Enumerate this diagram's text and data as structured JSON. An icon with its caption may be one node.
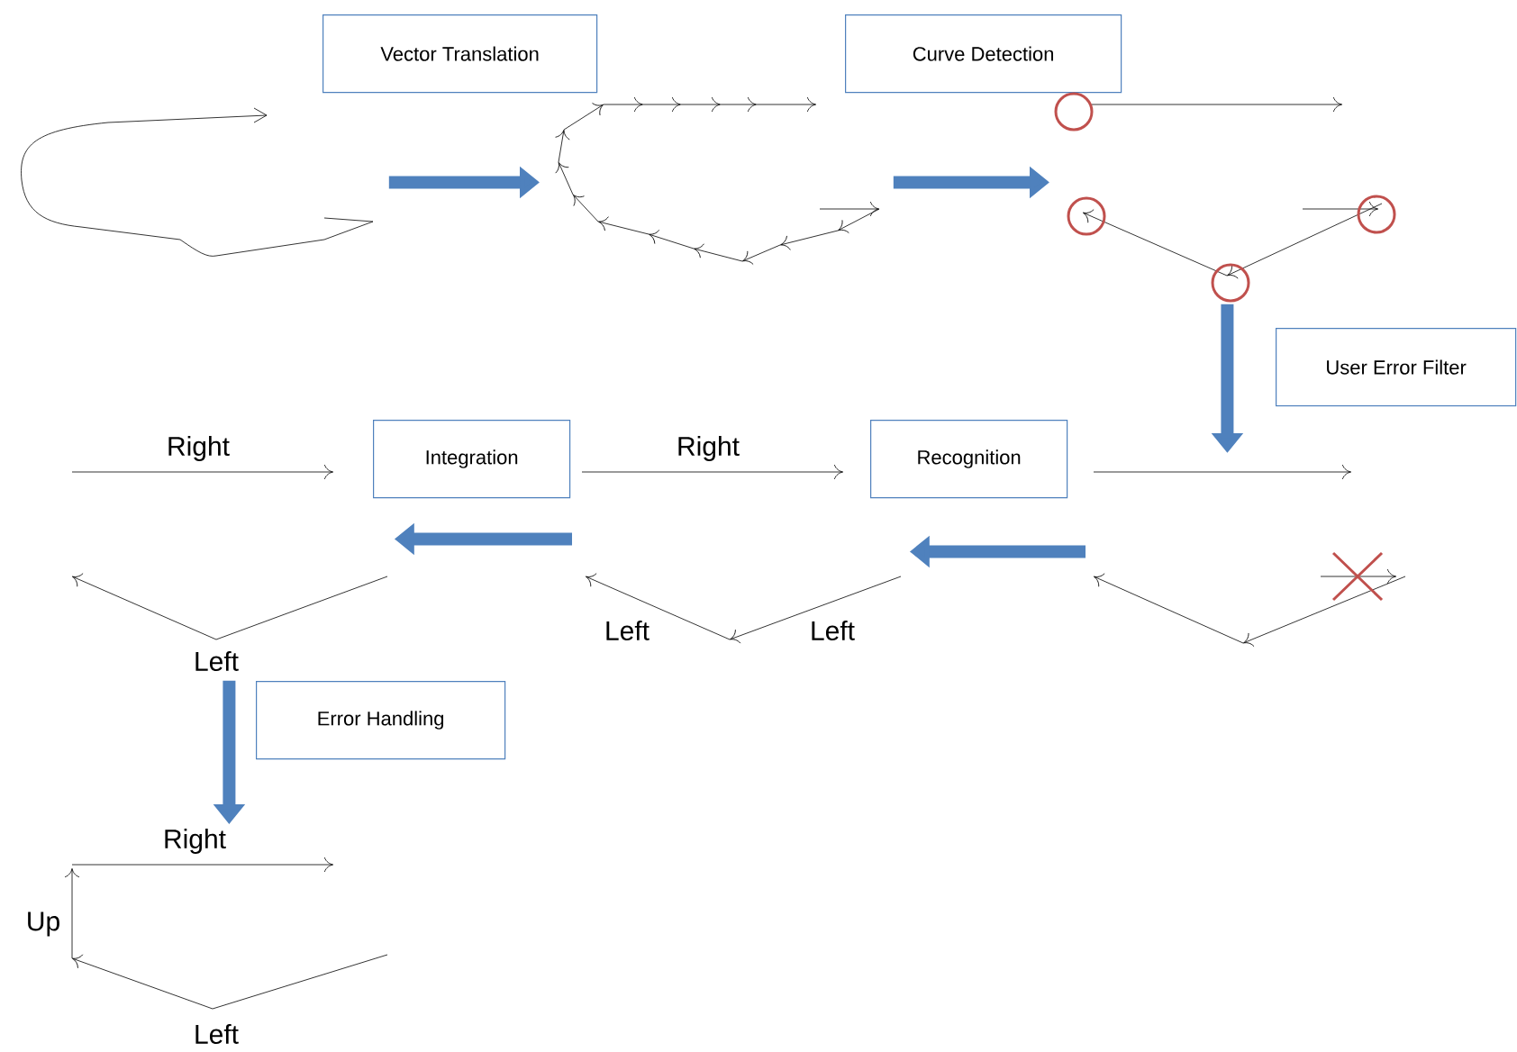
{
  "diagram": {
    "nodes": [
      {
        "text": [
          "Vector Translation"
        ]
      },
      {
        "text": [
          "Curve Detection"
        ]
      },
      {
        "text": [],
        "shape": "picture"
      },
      {
        "text": [],
        "shape": "picture"
      },
      {
        "text": [],
        "shape": "picture"
      },
      {
        "text": [
          "User Error Filter"
        ]
      },
      {
        "text": [
          "Integration"
        ]
      },
      {
        "text": [
          "Recognition"
        ]
      },
      {
        "text": [
          "Right",
          "Left"
        ]
      },
      {
        "text": [
          "Right",
          "Left",
          "Left"
        ]
      },
      {
        "text": [],
        "shape": "picture"
      },
      {
        "text": [
          "Error Handling"
        ]
      },
      {
        "text": [
          "Right",
          "Up",
          "Left"
        ]
      }
    ],
    "edges": [
      {
        "from": 2,
        "to": 3,
        "arrow": "to"
      },
      {
        "from": 3,
        "to": 4,
        "arrow": "to"
      },
      {
        "from": 4,
        "to": 10,
        "arrow": "to"
      },
      {
        "from": 10,
        "to": 9,
        "arrow": "to"
      },
      {
        "from": 9,
        "to": 8,
        "arrow": "to"
      },
      {
        "from": 8,
        "to": 12,
        "arrow": "to"
      }
    ]
  }
}
